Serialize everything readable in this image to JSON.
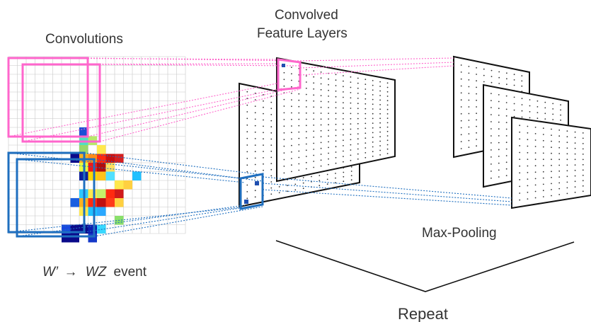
{
  "labels": {
    "convolutions": "Convolutions",
    "convolved_line1": "Convolved",
    "convolved_line2": "Feature Layers",
    "max_pooling": "Max-Pooling",
    "repeat": "Repeat",
    "event_w_prime": "W’",
    "event_arrow": "→",
    "event_wz": "WZ",
    "event_word": "event"
  },
  "colors": {
    "pink": "#ff66cc",
    "blue": "#1f6fbf",
    "grid": "#c8c8c8",
    "panel_fill": "#ffffff",
    "panel_stroke": "#111111",
    "dot": "#333333"
  },
  "image_cells": [
    {
      "c": 8,
      "r": 8,
      "color": "#1a4fd6"
    },
    {
      "c": 8,
      "r": 9,
      "color": "#52e0c0"
    },
    {
      "c": 9,
      "r": 9,
      "color": "#b8e86a"
    },
    {
      "c": 10,
      "r": 10,
      "color": "#ffe84d"
    },
    {
      "c": 8,
      "r": 10,
      "color": "#9ad86a"
    },
    {
      "c": 7,
      "r": 11,
      "color": "#0a0a8a"
    },
    {
      "c": 8,
      "r": 11,
      "color": "#ffb020"
    },
    {
      "c": 9,
      "r": 11,
      "color": "#ff8c1a"
    },
    {
      "c": 10,
      "r": 11,
      "color": "#ff2a10"
    },
    {
      "c": 11,
      "r": 11,
      "color": "#c81010"
    },
    {
      "c": 12,
      "r": 11,
      "color": "#d62020"
    },
    {
      "c": 8,
      "r": 12,
      "color": "#e6ff40"
    },
    {
      "c": 9,
      "r": 12,
      "color": "#f01818"
    },
    {
      "c": 10,
      "r": 12,
      "color": "#b00e0e"
    },
    {
      "c": 11,
      "r": 12,
      "color": "#ffe060"
    },
    {
      "c": 14,
      "r": 13,
      "color": "#20c0ff"
    },
    {
      "c": 8,
      "r": 13,
      "color": "#0d1f9e"
    },
    {
      "c": 9,
      "r": 13,
      "color": "#ffd600"
    },
    {
      "c": 10,
      "r": 13,
      "color": "#ffc21a"
    },
    {
      "c": 11,
      "r": 13,
      "color": "#52e0ff"
    },
    {
      "c": 12,
      "r": 14,
      "color": "#ffe84d"
    },
    {
      "c": 13,
      "r": 14,
      "color": "#ffd040"
    },
    {
      "c": 8,
      "r": 15,
      "color": "#2ec8ff"
    },
    {
      "c": 9,
      "r": 15,
      "color": "#ffe84d"
    },
    {
      "c": 10,
      "r": 15,
      "color": "#c6f06a"
    },
    {
      "c": 11,
      "r": 15,
      "color": "#ff2a10"
    },
    {
      "c": 12,
      "r": 15,
      "color": "#d01a1a"
    },
    {
      "c": 7,
      "r": 16,
      "color": "#1a5fe0"
    },
    {
      "c": 8,
      "r": 16,
      "color": "#ffb020"
    },
    {
      "c": 9,
      "r": 16,
      "color": "#ff2a10"
    },
    {
      "c": 10,
      "r": 16,
      "color": "#c01010"
    },
    {
      "c": 11,
      "r": 16,
      "color": "#ff3a1a"
    },
    {
      "c": 12,
      "r": 16,
      "color": "#ffd040"
    },
    {
      "c": 8,
      "r": 17,
      "color": "#ffe84d"
    },
    {
      "c": 9,
      "r": 17,
      "color": "#20c0ff"
    },
    {
      "c": 10,
      "r": 17,
      "color": "#2aa8ff"
    },
    {
      "c": 12,
      "r": 18,
      "color": "#8ae06a"
    },
    {
      "c": 6,
      "r": 19,
      "color": "#1848e0"
    },
    {
      "c": 7,
      "r": 19,
      "color": "#0a0a8a"
    },
    {
      "c": 8,
      "r": 19,
      "color": "#0a0a8a"
    },
    {
      "c": 9,
      "r": 19,
      "color": "#0c1cb0"
    },
    {
      "c": 10,
      "r": 19,
      "color": "#38d8ff"
    },
    {
      "c": 6,
      "r": 20,
      "color": "#0a0a8a"
    },
    {
      "c": 7,
      "r": 20,
      "color": "#0a0a8a"
    },
    {
      "c": 9,
      "r": 20,
      "color": "#1438c8"
    }
  ]
}
